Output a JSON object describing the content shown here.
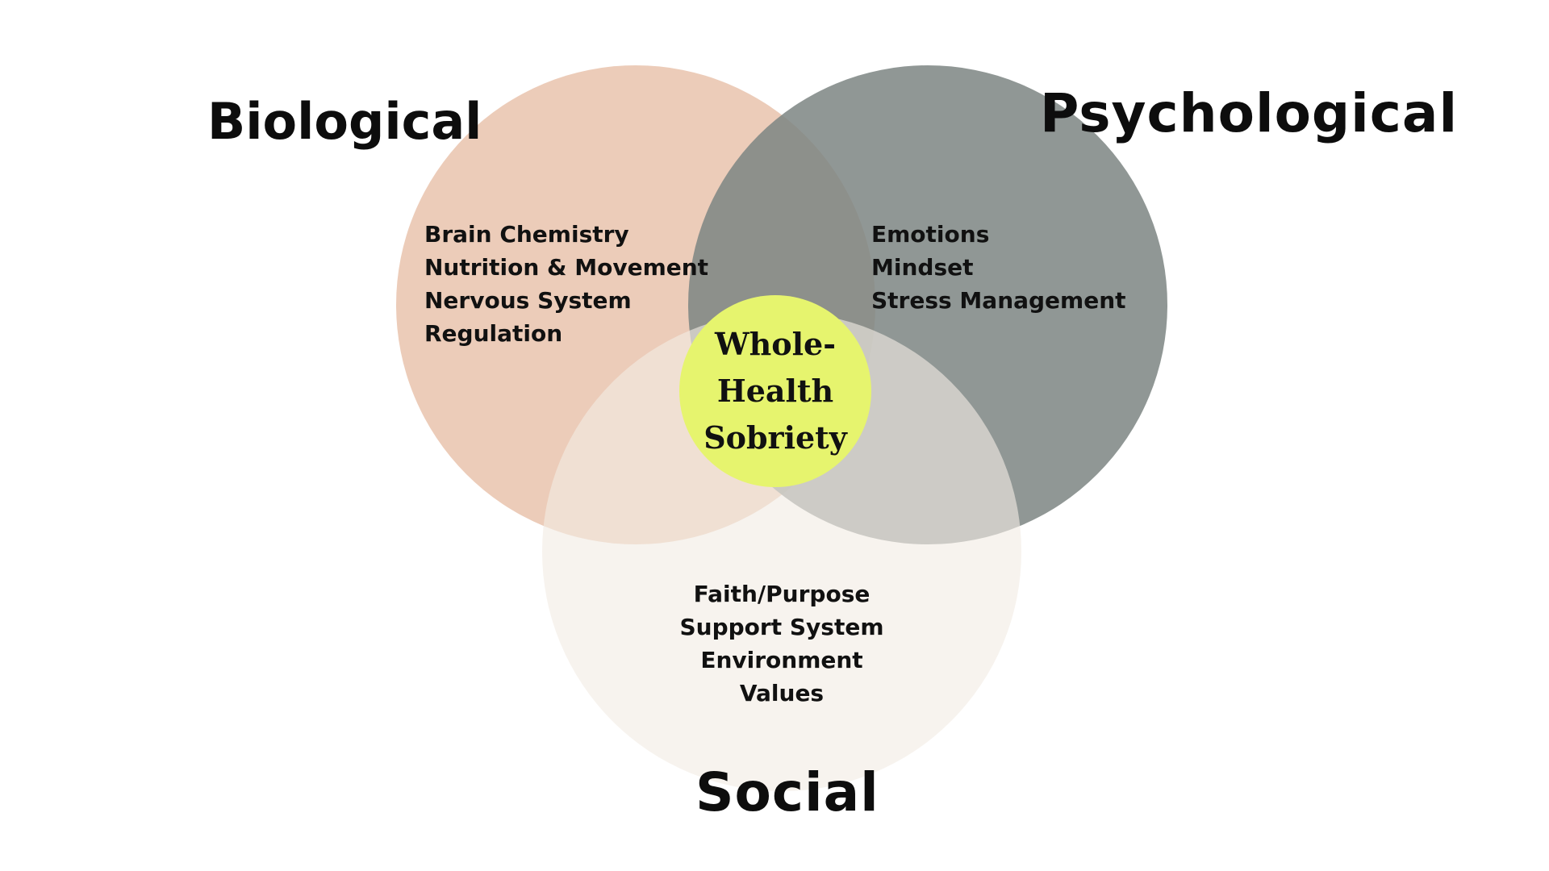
{
  "colors": {
    "biological": "#ecccb9",
    "psychological": "#8e9693",
    "social": "#f2ece4",
    "center": "#e6f46e"
  },
  "biological": {
    "title": "Biological",
    "items": [
      "Brain Chemistry",
      "Nutrition & Movement",
      "Nervous System",
      "Regulation"
    ]
  },
  "psychological": {
    "title": "Psychological",
    "items": [
      "Emotions",
      "Mindset",
      "Stress Management"
    ]
  },
  "social": {
    "title": "Social",
    "items": [
      "Faith/Purpose",
      "Support System",
      "Environment",
      "Values"
    ]
  },
  "center": {
    "lines": [
      "Whole-",
      "Health",
      "Sobriety"
    ]
  }
}
